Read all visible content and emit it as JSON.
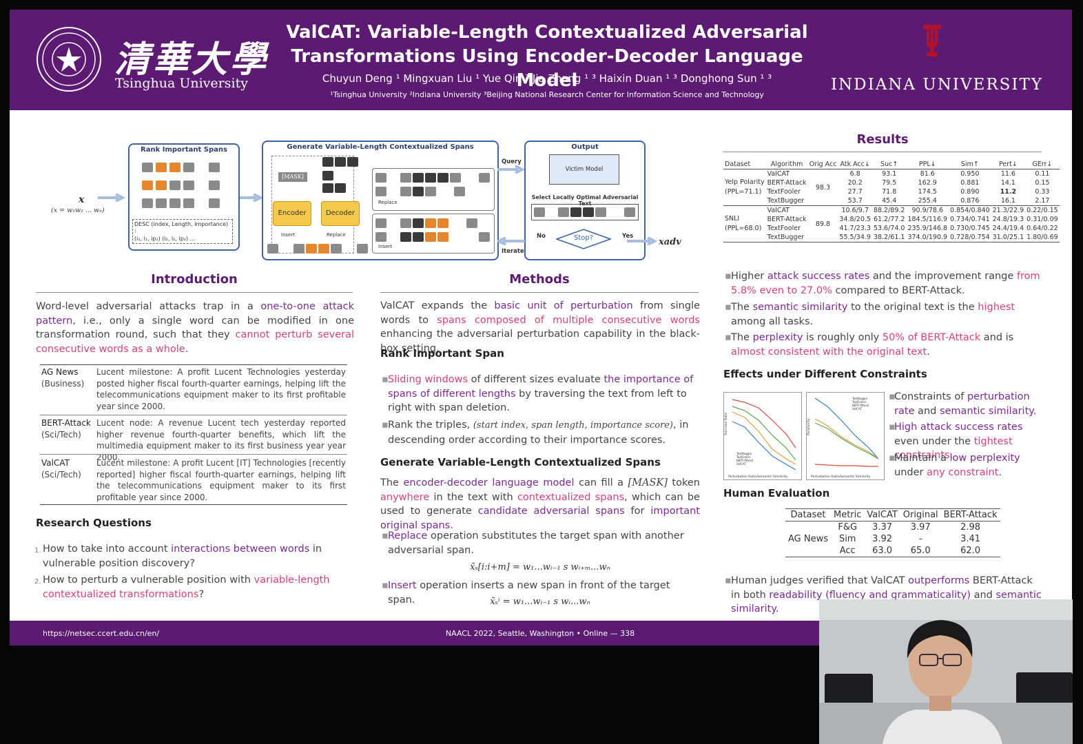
{
  "header": {
    "logo_cn": "清華大學",
    "logo_en": "Tsinghua University",
    "title_line1": "ValCAT: Variable-Length Contextualized Adversarial",
    "title_line2": "Transformations Using Encoder-Decoder Language Model",
    "authors": "Chuyun Deng ¹   Mingxuan Liu ¹   Yue Qin ²   Jia Zhang ¹ ³   Haixin Duan ¹ ³   Donghong Sun ¹ ³",
    "affiliations": "¹Tsinghua University     ²Indiana University     ³Beijing National Research Center for Information Science and Technology",
    "iu": "INDIANA UNIVERSITY"
  },
  "figure": {
    "input": "x",
    "input_expr": "(x = w₁w₂ ... wₙ)",
    "rank_title": "Rank Important Spans",
    "desc_line": "DESC (index, Length, Importance) :",
    "desc_tuples": "(i₁, l₁, ip₁)  (i₂, l₂, ip₂) ...",
    "gen_title": "Generate Variable-Length Contextualized Spans",
    "mask": "[MASK]",
    "encoder": "Encoder",
    "decoder": "Decoder",
    "insert": "Insert",
    "replace": "Replace",
    "query": "Query",
    "output_title": "Output",
    "victim": "Victim Model",
    "select": "Select Locally Optimal Adversarial Text",
    "stop": "Stop?",
    "no": "No",
    "yes": "Yes",
    "iterate": "Iterate",
    "xadv": "xadv"
  },
  "intro": {
    "heading": "Introduction",
    "p1a": "Word-level adversarial attacks trap in a ",
    "p1b": "one-to-one attack pattern",
    "p1c": ", i.e., only a single word can be modified in one transformation round, such that they ",
    "p1d": "cannot perturb several consecutive words as a whole",
    "p1e": ".",
    "examples": [
      {
        "name": "AG News",
        "tag": "(Business)",
        "text": "Lucent milestone: A profit Lucent Technologies yesterday posted higher fiscal fourth-quarter earnings, helping lift the telecommunications equipment maker to its first profitable year since 2000."
      },
      {
        "name": "BERT-Attack",
        "tag": "(Sci/Tech)",
        "text": "Lucent node: A revenue Lucent tech yesterday reported higher revenue fourth-quarter benefits, which lift the multimedia equipment maker to its first business year year 2000."
      },
      {
        "name": "ValCAT",
        "tag": "(Sci/Tech)",
        "text": "Lucent milestone: A profit Lucent [IT] Technologies [recently reported] higher fiscal fourth-quarter earnings, helping lift the telecommunications equipment maker to its first profitable year since 2000."
      }
    ],
    "rq_heading": "Research Questions",
    "rq1a": "How to take into account ",
    "rq1b": "interactions between words",
    "rq1c": " in vulnerable position discovery?",
    "rq2a": "How to perturb a vulnerable position with ",
    "rq2b": "variable-length contextualized transformations",
    "rq2c": "?"
  },
  "methods": {
    "heading": "Methods",
    "p1a": "ValCAT expands the ",
    "p1b": "basic unit of perturbation",
    "p1c": " from single words to ",
    "p1d": "spans composed of multiple consecutive words",
    "p1e": " enhancing the adversarial perturbation capability in the black-box setting.",
    "rank_heading": "Rank Important Span",
    "b1a": "Sliding windows",
    "b1b": " of different sizes evaluate ",
    "b1c": "the importance of spans of different lengths",
    "b1d": " by traversing the text from left to right with span deletion.",
    "b2a": "Rank the triples, ",
    "b2b": "(start index, span length, importance score)",
    "b2c": ", in descending order according to their importance scores.",
    "gen_heading": "Generate Variable-Length Contextualized Spans",
    "p2a": "The ",
    "p2b": "encoder-decoder language model",
    "p2c": " can fill a ",
    "p2d": "[MASK]",
    "p2e": " token ",
    "p2f": "anywhere",
    "p2g": " in the text with ",
    "p2h": "contextualized spans",
    "p2i": ", which can be used to generate ",
    "p2j": "candidate adversarial spans",
    "p2k": " for ",
    "p2l": "important original spans",
    "p2m": ".",
    "b3a": "Replace",
    "b3b": " operation substitutes the target span with another adversarial span.",
    "eq1": "x̃ₛ[i:i+m] = w₁...wᵢ₋₁ s wᵢ₊ₘ...wₙ",
    "b4a": "Insert",
    "b4b": " operation inserts a new span in front of the target span.",
    "eq2": "x̃ₛⁱ = w₁...wᵢ₋₁ s wᵢ...wₙ"
  },
  "results": {
    "heading": "Results",
    "columns": [
      "Dataset",
      "Algorithm",
      "Orig Acc",
      "Atk Acc↓",
      "Suc↑",
      "PPL↓",
      "Sim↑",
      "Pert↓",
      "GErr↓"
    ],
    "yelp_name": "Yelp Polarity",
    "yelp_ppl": "(PPL=71.1)",
    "yelp_acc": "98.3",
    "yelp_rows": [
      [
        "ValCAT",
        "6.8",
        "93.1",
        "81.6",
        "0.950",
        "11.6",
        "0.11"
      ],
      [
        "BERT-Attack",
        "20.2",
        "79.5",
        "162.9",
        "0.881",
        "14.1",
        "0.15"
      ],
      [
        "TextFooler",
        "27.7",
        "71.8",
        "174.5",
        "0.890",
        "11.2",
        "0.33"
      ],
      [
        "TextBugger",
        "53.7",
        "45.4",
        "255.4",
        "0.876",
        "16.1",
        "2.17"
      ]
    ],
    "snli_name": "SNLI",
    "snli_ppl": "(PPL=68.0)",
    "snli_acc": "89.8",
    "snli_rows": [
      [
        "ValCAT",
        "10.6/9.7",
        "88.2/89.2",
        "90.9/78.6",
        "0.854/0.840",
        "21.3/22.9",
        "0.22/0.15"
      ],
      [
        "BERT-Attack",
        "34.8/20.5",
        "61.2/77.2",
        "184.5/116.9",
        "0.734/0.741",
        "24.8/19.3",
        "0.31/0.09"
      ],
      [
        "TextFooler",
        "41.7/23.3",
        "53.6/74.0",
        "235.9/146.8",
        "0.730/0.745",
        "24.4/19.4",
        "0.64/0.22"
      ],
      [
        "TextBugger",
        "55.5/34.9",
        "38.2/61.1",
        "374.0/190.9",
        "0.728/0.754",
        "31.0/25.1",
        "1.80/0.69"
      ]
    ],
    "r1a": "Higher ",
    "r1b": "attack success rates",
    "r1c": " and the improvement range ",
    "r1d": "from 5.8% even to 27.0%",
    "r1e": " compared to BERT-Attack.",
    "r2a": "The ",
    "r2b": "semantic similarity",
    "r2c": " to the original text is the ",
    "r2d": "highest",
    "r2e": " among all tasks.",
    "r3a": "The ",
    "r3b": "perplexity",
    "r3c": " is roughly only ",
    "r3d": "50% of BERT-Attack",
    "r3e": " and is ",
    "r3f": "almost consistent with the original text",
    "r3g": ".",
    "eff_heading": "Effects under Different Constraints",
    "e1a": "Constraints of ",
    "e1b": "perturbation rate",
    "e1c": " and ",
    "e1d": "semantic similarity",
    "e1e": ".",
    "e2a": "High attack success rates",
    "e2b": " even under the ",
    "e2c": "tightest constraints",
    "e2d": ".",
    "e3a": "Maintain a ",
    "e3b": "low perplexity",
    "e3c": " under ",
    "e3d": "any constraint",
    "e3e": ".",
    "graph_legend": [
      "TextBugger",
      "TextFooler",
      "BERT-Attack",
      "ValCAT"
    ],
    "graph_xlabel": "Perturbation Ratio/Semantic Similarity",
    "graph1_ylabel": "Success Rate",
    "graph2_ylabel": "Perplexity",
    "human_heading": "Human Evaluation",
    "human_cols": [
      "Dataset",
      "Metric",
      "ValCAT",
      "Original",
      "BERT-Attack"
    ],
    "human_dataset": "AG News",
    "human_rows": [
      [
        "F&G",
        "3.37",
        "3.97",
        "2.98"
      ],
      [
        "Sim",
        "3.92",
        "-",
        "3.41"
      ],
      [
        "Acc",
        "63.0",
        "65.0",
        "62.0"
      ]
    ],
    "h1a": "Human judges verified that ValCAT ",
    "h1b": "outperforms",
    "h1c": " BERT-Attack in both ",
    "h1d": "readability (fluency and grammaticality)",
    "h1e": " and ",
    "h1f": "semantic similarity",
    "h1g": "."
  },
  "footer": {
    "url": "https://netsec.ccert.edu.cn/en/",
    "conf": "NAACL 2022, Seattle, Washington • Online — 338"
  },
  "colors": {
    "purple": "#5c1a72",
    "pink": "#d5407a",
    "orange": "#e3862e",
    "blue": "#3d62a8"
  }
}
